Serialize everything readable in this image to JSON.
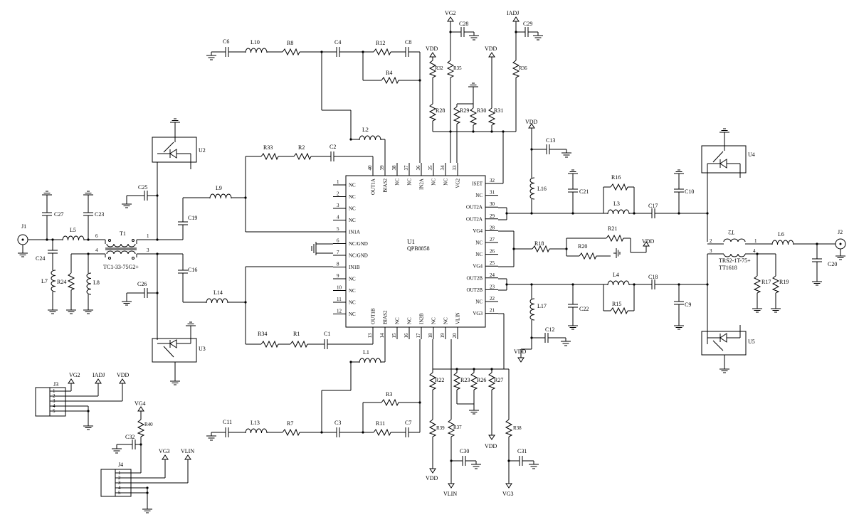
{
  "ic": {
    "ref": "U1",
    "part": "QPB8858",
    "pins_left": [
      {
        "num": "1",
        "name": "NC"
      },
      {
        "num": "2",
        "name": "NC"
      },
      {
        "num": "3",
        "name": "NC"
      },
      {
        "num": "4",
        "name": "NC"
      },
      {
        "num": "5",
        "name": "IN1A"
      },
      {
        "num": "6",
        "name": "NC/GND"
      },
      {
        "num": "7",
        "name": "NC/GND"
      },
      {
        "num": "8",
        "name": "IN1B"
      },
      {
        "num": "9",
        "name": "NC"
      },
      {
        "num": "10",
        "name": "NC"
      },
      {
        "num": "11",
        "name": "NC"
      },
      {
        "num": "12",
        "name": "NC"
      }
    ],
    "pins_top": [
      {
        "num": "40",
        "name": "OUT1A"
      },
      {
        "num": "39",
        "name": "BIAS2"
      },
      {
        "num": "38",
        "name": "NC"
      },
      {
        "num": "37",
        "name": "NC"
      },
      {
        "num": "36",
        "name": "IN2A"
      },
      {
        "num": "35",
        "name": "NC"
      },
      {
        "num": "34",
        "name": "NC"
      },
      {
        "num": "33",
        "name": "VG2"
      }
    ],
    "pins_right": [
      {
        "num": "32",
        "name": "ISET"
      },
      {
        "num": "31",
        "name": "NC"
      },
      {
        "num": "30",
        "name": "OUT2A"
      },
      {
        "num": "29",
        "name": "OUT2A"
      },
      {
        "num": "28",
        "name": "VG4"
      },
      {
        "num": "27",
        "name": "NC"
      },
      {
        "num": "26",
        "name": "NC"
      },
      {
        "num": "25",
        "name": "VG4"
      },
      {
        "num": "24",
        "name": "OUT2B"
      },
      {
        "num": "23",
        "name": "OUT2B"
      },
      {
        "num": "22",
        "name": "NC"
      },
      {
        "num": "21",
        "name": "VG3"
      }
    ],
    "pins_bottom": [
      {
        "num": "13",
        "name": "OUT1B"
      },
      {
        "num": "14",
        "name": "BIAS2"
      },
      {
        "num": "15",
        "name": "NC"
      },
      {
        "num": "16",
        "name": "NC"
      },
      {
        "num": "17",
        "name": "IN2B"
      },
      {
        "num": "18",
        "name": "NC"
      },
      {
        "num": "19",
        "name": "NC"
      },
      {
        "num": "20",
        "name": "VLIN"
      }
    ]
  },
  "labels": {
    "c6": "C6",
    "l10": "L10",
    "r8": "R8",
    "c4": "C4",
    "r12": "R12",
    "c8": "C8",
    "r4": "R4",
    "c11": "C11",
    "l13": "L13",
    "r7": "R7",
    "c3": "C3",
    "r11": "R11",
    "c7": "C7",
    "r3": "R3",
    "r33": "R33",
    "r2": "R2",
    "c2": "C2",
    "l2": "L2",
    "r34": "R34",
    "r1": "R1",
    "c1": "C1",
    "l1": "L1",
    "l9": "L9",
    "c19": "C19",
    "l14": "L14",
    "c16": "C16",
    "c25": "C25",
    "c26": "C26",
    "u2": "U2",
    "u3": "U3",
    "j1": "J1",
    "c27": "C27",
    "c23": "C23",
    "l5": "L5",
    "t1": "T1",
    "t1_part": "TC1-33-75G2+",
    "c24": "C24",
    "l7": "L7",
    "r24": "R24",
    "l8": "L8",
    "vdd": "VDD",
    "vg2": "VG2",
    "iadj": "IADJ",
    "c28": "C28",
    "c29": "C29",
    "r32": "R32",
    "r35": "R35",
    "r36": "R36",
    "r28": "R28",
    "r29": "R29",
    "r30": "R30",
    "r31": "R31",
    "l16": "L16",
    "c13": "C13",
    "c21": "C21",
    "r16": "R16",
    "l3": "L3",
    "c17": "C17",
    "c10": "C10",
    "u4": "U4",
    "t2": "T2",
    "l6": "L6",
    "j2": "J2",
    "c20": "C20",
    "t2_part1": "TRS2-1T-75+",
    "t2_part2": "TT1618",
    "r17": "R17",
    "r19": "R19",
    "r18": "R18",
    "r21": "R21",
    "r20": "R20",
    "l4": "L4",
    "c18": "C18",
    "r15": "R15",
    "c9": "C9",
    "c22": "C22",
    "l17": "L17",
    "c12": "C12",
    "u5": "U5",
    "r22": "R22",
    "r23": "R23",
    "r26": "R26",
    "r27": "R27",
    "r39": "R39",
    "r37": "R37",
    "r38": "R38",
    "c30": "C30",
    "c31": "C31",
    "vlin": "VLIN",
    "vg3": "VG3",
    "j3": "J3",
    "j4": "J4",
    "vg4": "VG4",
    "r40": "R40",
    "c32": "C32",
    "p1": "1",
    "p2": "2",
    "p3": "3",
    "p4": "4",
    "p5": "5",
    "p6": "6"
  }
}
